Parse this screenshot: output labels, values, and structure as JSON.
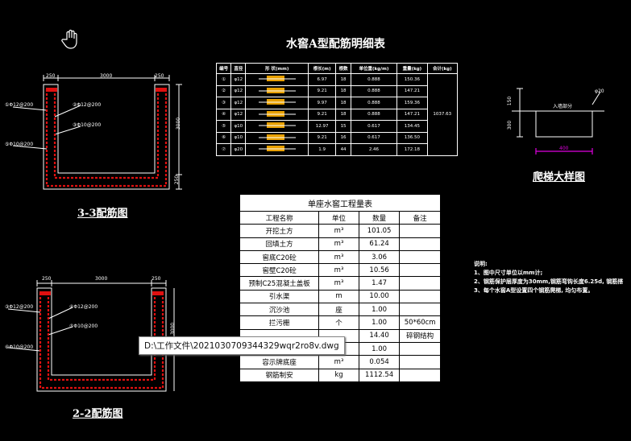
{
  "rebar_table": {
    "title": "水窖A型配筋明细表",
    "headers": [
      "编号",
      "直径",
      "形 状(mm)",
      "根长(m)",
      "根数",
      "单位重(kg/m)",
      "重量(kg)",
      "合计(kg)"
    ],
    "rows": [
      [
        "①",
        "φ12",
        "",
        "6.97",
        "18",
        "0.888",
        "150.36"
      ],
      [
        "②",
        "φ12",
        "",
        "9.21",
        "18",
        "0.888",
        "147.21"
      ],
      [
        "③",
        "φ12",
        "",
        "9.97",
        "18",
        "0.888",
        "159.36"
      ],
      [
        "④",
        "φ12",
        "",
        "9.21",
        "18",
        "0.888",
        "147.21"
      ],
      [
        "⑤",
        "φ10",
        "",
        "12.97",
        "15",
        "0.617",
        "134.45"
      ],
      [
        "⑥",
        "φ10",
        "",
        "9.21",
        "16",
        "0.617",
        "136.50"
      ],
      [
        "⑦",
        "φ20",
        "",
        "1.9",
        "44",
        "2.46",
        "172.18"
      ]
    ],
    "total": "1037.63"
  },
  "qty_table": {
    "title": "单座水窖工程量表",
    "headers": [
      "工程名称",
      "单位",
      "数量",
      "备注"
    ],
    "rows": [
      [
        "开挖土方",
        "m³",
        "101.05",
        ""
      ],
      [
        "回填土方",
        "m³",
        "61.24",
        ""
      ],
      [
        "窖底C20砼",
        "m³",
        "3.06",
        ""
      ],
      [
        "窖壁C20砼",
        "m³",
        "10.56",
        ""
      ],
      [
        "预制C25混凝土盖板",
        "m³",
        "1.47",
        ""
      ],
      [
        "引水渠",
        "m",
        "10.00",
        ""
      ],
      [
        "沉沙池",
        "座",
        "1.00",
        ""
      ],
      [
        "拦污栅",
        "个",
        "1.00",
        "50*60cm"
      ],
      [
        "",
        "",
        "14.40",
        "碎钢结构"
      ],
      [
        "",
        "",
        "1.00",
        ""
      ],
      [
        "容示牌底座",
        "m³",
        "0.054",
        ""
      ],
      [
        "钢筋制安",
        "kg",
        "1112.54",
        ""
      ]
    ]
  },
  "section33": {
    "title": "3-3配筋图",
    "dims": [
      "250",
      "3000",
      "250"
    ],
    "height": "3000",
    "bottom": "250",
    "labels": [
      "①Φ12@200",
      "②Φ12@200",
      "③Φ10@200",
      "⑤Φ10@200"
    ]
  },
  "section22": {
    "title": "2-2配筋图",
    "dims": [
      "250",
      "3000",
      "250"
    ],
    "height": "3000",
    "labels": [
      "③Φ12@200",
      "④Φ12@200",
      "⑤Φ10@200",
      "⑥Φ10@200"
    ]
  },
  "ladder": {
    "title": "爬梯大样图",
    "inner_label": "入墙部分",
    "dims": [
      "150",
      "300",
      "400"
    ],
    "side": "φ20"
  },
  "notes": {
    "lines": [
      "说明:",
      "1、图中尺寸单位以mm计;",
      "2、钢筋保护层厚度为30mm,钢筋弯钩长度6.25d, 钢筋搭",
      "3、每个水窖A型设置四个钢筋爬梯, 均匀布置。"
    ]
  },
  "tooltip": "D:\\工作文件\\2021030709344329wqr2ro8v.dwg",
  "cursor_icon": "hand-cursor-icon",
  "colors": {
    "rebar": "#e01010",
    "dim": "#fff",
    "magenta": "#e000e0"
  }
}
